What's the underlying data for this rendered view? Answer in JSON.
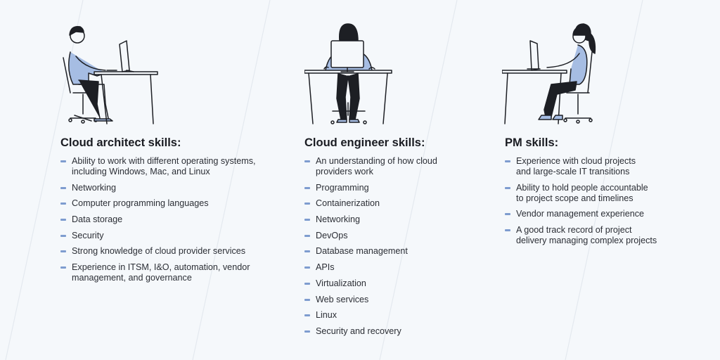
{
  "colors": {
    "background": "#f5f8fb",
    "bullet": "#7e9ccf",
    "shirt": "#a6bde3",
    "outline": "#1d1f24",
    "heading": "#1a1c22"
  },
  "columns": [
    {
      "illustration": "man-at-desk-illustration",
      "heading": "Cloud architect skills:",
      "items": [
        [
          "Ability to work with different operating systems,",
          "including Windows, Mac, and Linux"
        ],
        [
          "Networking"
        ],
        [
          "Computer programming languages"
        ],
        [
          "Data storage"
        ],
        [
          "Security"
        ],
        [
          "Strong knowledge of cloud provider services"
        ],
        [
          "Experience in ITSM, I&O, automation, vendor",
          "management, and governance"
        ]
      ]
    },
    {
      "illustration": "woman-at-desk-front-illustration",
      "heading": "Cloud engineer skills:",
      "items": [
        [
          "An understanding of how cloud",
          "providers work"
        ],
        [
          "Programming"
        ],
        [
          "Containerization"
        ],
        [
          "Networking"
        ],
        [
          "DevOps"
        ],
        [
          "Database management"
        ],
        [
          "APIs"
        ],
        [
          "Virtualization"
        ],
        [
          "Web services"
        ],
        [
          "Linux"
        ],
        [
          "Security and recovery"
        ]
      ]
    },
    {
      "illustration": "woman-at-desk-side-illustration",
      "heading": "PM skills:",
      "items": [
        [
          "Experience with cloud projects",
          "and large-scale IT transitions"
        ],
        [
          "Ability to hold people accountable",
          "to project scope and timelines"
        ],
        [
          "Vendor management experience"
        ],
        [
          "A good track record of project",
          "delivery managing complex projects"
        ]
      ]
    }
  ]
}
